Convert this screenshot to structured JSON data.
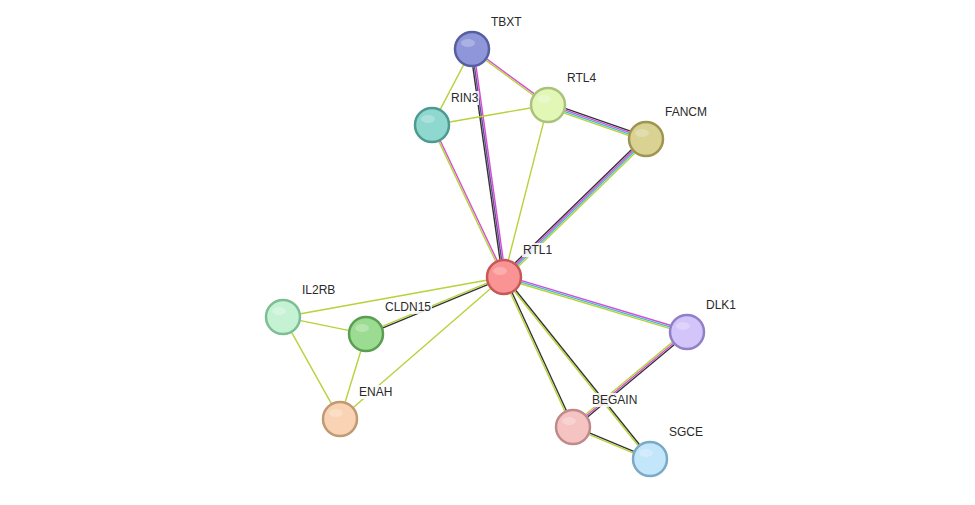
{
  "diagram": {
    "nodes": [
      {
        "text": [
          "TBXT"
        ]
      },
      {
        "text": [
          "RTL4"
        ]
      },
      {
        "text": [
          "RIN3"
        ]
      },
      {
        "text": [
          "FANCM"
        ]
      },
      {
        "text": [
          "RTL1"
        ]
      },
      {
        "text": [
          "IL2RB"
        ]
      },
      {
        "text": [
          "CLDN15"
        ]
      },
      {
        "text": [
          "DLK1"
        ]
      },
      {
        "text": [
          "ENAH"
        ]
      },
      {
        "text": [
          "BEGAIN"
        ]
      },
      {
        "text": [
          "SGCE"
        ]
      }
    ],
    "edges": [
      {
        "from": 0,
        "to": 2,
        "arrow": "none"
      },
      {
        "from": 0,
        "to": 1,
        "arrow": "none"
      },
      {
        "from": 0,
        "to": 4,
        "arrow": "none"
      },
      {
        "from": 2,
        "to": 1,
        "arrow": "none"
      },
      {
        "from": 2,
        "to": 4,
        "arrow": "none"
      },
      {
        "from": 1,
        "to": 3,
        "arrow": "none"
      },
      {
        "from": 1,
        "to": 4,
        "arrow": "none"
      },
      {
        "from": 3,
        "to": 4,
        "arrow": "none"
      },
      {
        "from": 4,
        "to": 5,
        "arrow": "none"
      },
      {
        "from": 4,
        "to": 6,
        "arrow": "none"
      },
      {
        "from": 4,
        "to": 8,
        "arrow": "none"
      },
      {
        "from": 4,
        "to": 7,
        "arrow": "none"
      },
      {
        "from": 4,
        "to": 9,
        "arrow": "none"
      },
      {
        "from": 4,
        "to": 10,
        "arrow": "none"
      },
      {
        "from": 5,
        "to": 6,
        "arrow": "none"
      },
      {
        "from": 5,
        "to": 8,
        "arrow": "none"
      },
      {
        "from": 6,
        "to": 8,
        "arrow": "none"
      },
      {
        "from": 7,
        "to": 9,
        "arrow": "none"
      },
      {
        "from": 9,
        "to": 10,
        "arrow": "none"
      }
    ]
  }
}
